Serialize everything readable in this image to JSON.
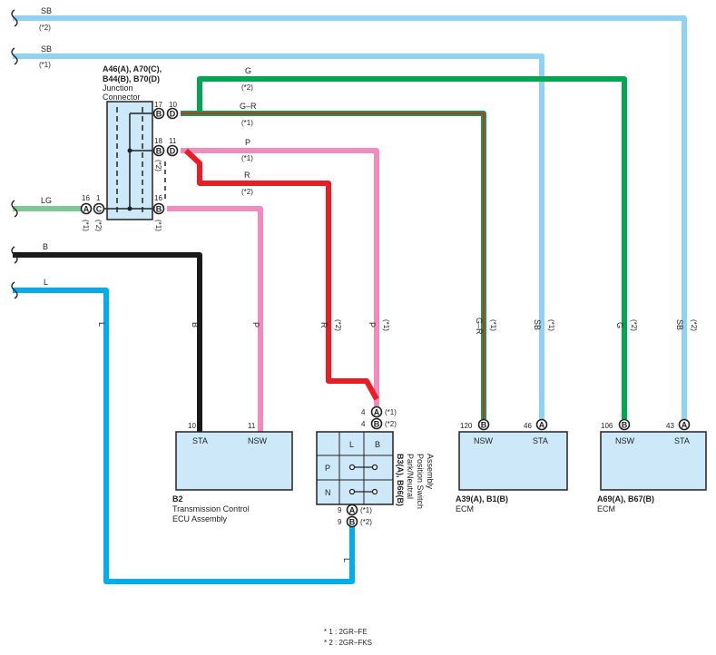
{
  "colors": {
    "SB": "#8fd3f4",
    "L": "#00aeef",
    "B": "#1a1a1a",
    "G": "#00a651",
    "P": "#f08cbe",
    "R": "#ed1c24",
    "LG": "#7dc896",
    "box_fill": "#cde8f8"
  },
  "wires": {
    "sb_top": "SB",
    "sb_top_note": "(*2)",
    "sb_second": "SB",
    "sb_second_note": "(*1)",
    "g": "G",
    "g_note": "(*2)",
    "gr": "G–R",
    "gr_note": "(*1)",
    "p": "P",
    "p_note": "(*1)",
    "r": "R",
    "r_note": "(*2)",
    "lg": "LG",
    "b": "B",
    "l": "L"
  },
  "junction": {
    "title_line1": "A46(A), A70(C),",
    "title_line2": "B44(B), B70(D)",
    "name_line1": "Junction",
    "name_line2": "Connector",
    "pins": {
      "p17": "17",
      "p10": "10",
      "p18": "18",
      "p11": "11",
      "p16a": "16",
      "p1": "1",
      "p16b": "16"
    },
    "notes": {
      "left1": "(*1)",
      "left2": "(*2)",
      "right_mid": "(*2)",
      "right_bottom": "(*1)"
    }
  },
  "vertical_labels": {
    "b": "B",
    "p1": "P",
    "r": "R",
    "r_note": "(*2)",
    "p2": "P",
    "p2_note": "(*1)",
    "gr": "G–R",
    "gr_note": "(*1)",
    "sb1": "SB",
    "sb1_note": "(*1)",
    "g": "G",
    "g_note": "(*2)",
    "sb2": "SB",
    "sb2_note": "(*2)",
    "l": "L"
  },
  "b2": {
    "id": "B2",
    "name_line1": "Transmission Control",
    "name_line2": "ECU Assembly",
    "pin_sta_num": "10",
    "pin_nsw_num": "11",
    "sta": "STA",
    "nsw": "NSW"
  },
  "switch": {
    "id": "B3(A), B66(B)",
    "name_line1": "Park/Neutral",
    "name_line2": "Position Switch",
    "name_line3": "Assembly",
    "col_l": "L",
    "col_b": "B",
    "row_p": "P",
    "row_n": "N",
    "top_pin_num1": "4",
    "top_pin_num2": "4",
    "top_note1": "(*1)",
    "top_note2": "(*2)",
    "bottom_pin_num1": "9",
    "bottom_pin_num2": "9",
    "bottom_note1": "(*1)",
    "bottom_note2": "(*2)"
  },
  "ecm1": {
    "id": "A39(A), B1(B)",
    "name": "ECM",
    "pin_nsw_num": "120",
    "pin_sta_num": "46",
    "nsw": "NSW",
    "sta": "STA"
  },
  "ecm2": {
    "id": "A69(A), B67(B)",
    "name": "ECM",
    "pin_nsw_num": "106",
    "pin_sta_num": "43",
    "nsw": "NSW",
    "sta": "STA"
  },
  "pin_letters": {
    "a": "A",
    "b": "B",
    "c": "C",
    "d": "D"
  },
  "footnotes": {
    "note1": "* 1 : 2GR–FE",
    "note2": "* 2 : 2GR–FKS"
  }
}
